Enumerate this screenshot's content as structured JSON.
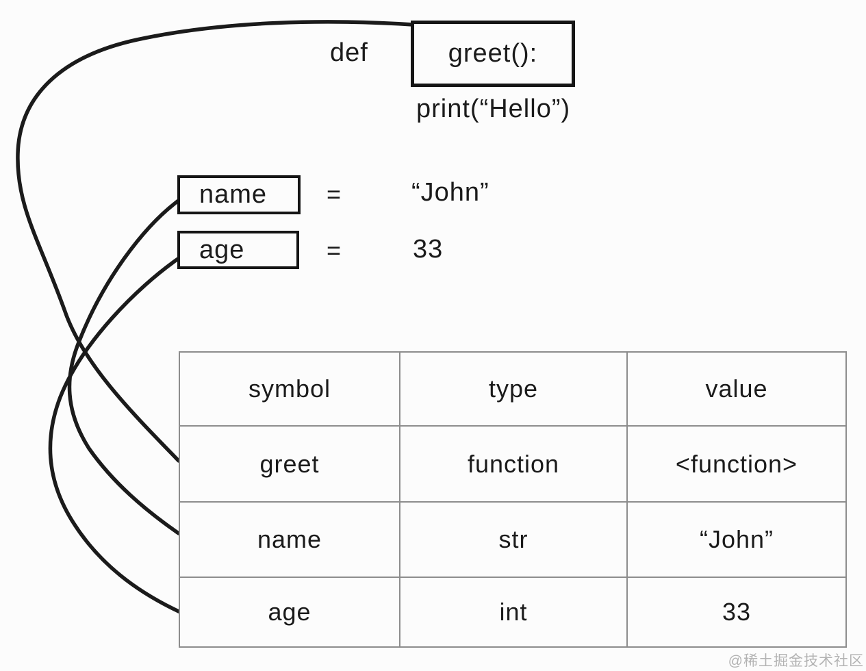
{
  "colors": {
    "ink": "#1b1b1b",
    "box_border": "#151515",
    "table_line": "#8d8d8d",
    "background": "#fcfcfc",
    "watermark": "#b3b3b3"
  },
  "code": {
    "def_keyword": "def",
    "function_signature": "greet():",
    "function_body": "print(“Hello”)"
  },
  "variables": [
    {
      "name": "name",
      "equals": "=",
      "value": "“John”"
    },
    {
      "name": "age",
      "equals": "=",
      "value": "33"
    }
  ],
  "symbol_table": {
    "headers": [
      "symbol",
      "type",
      "value"
    ],
    "rows": [
      [
        "greet",
        "function",
        "<function>"
      ],
      [
        "name",
        "str",
        "“John”"
      ],
      [
        "age",
        "int",
        "33"
      ]
    ]
  },
  "watermark": "@稀土掘金技术社区"
}
